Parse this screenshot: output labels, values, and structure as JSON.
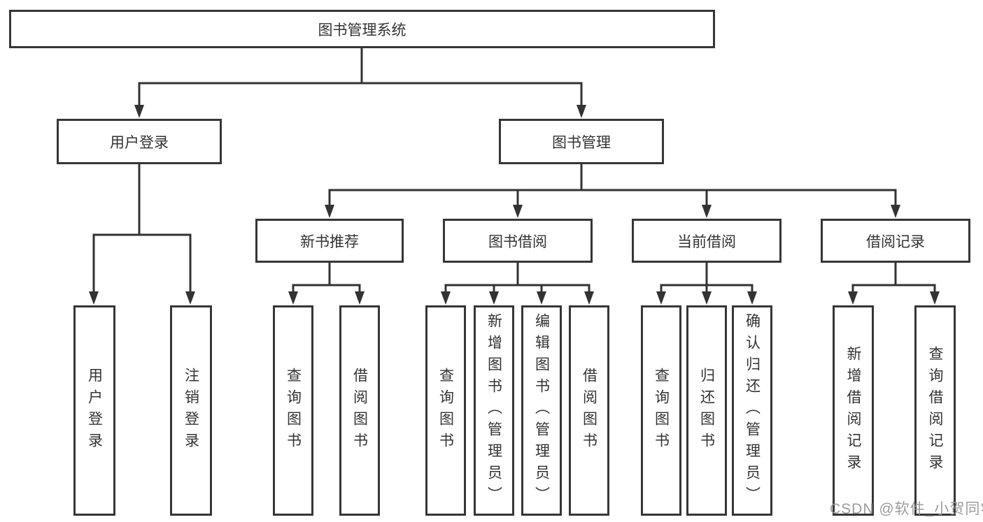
{
  "nodes": {
    "root": "图书管理系统",
    "userLogin": "用户登录",
    "bookMgmt": "图书管理",
    "newBook": "新书推荐",
    "bookBorrow": "图书借阅",
    "currentBorrow": "当前借阅",
    "borrowRecords": "借阅记录",
    "ul1": "用户登录",
    "ul2": "注销登录",
    "nb1": "查询图书",
    "nb2": "借阅图书",
    "bb1": "查询图书",
    "bb2": "新增图书（管理员）",
    "bb3": "编辑图书（管理员）",
    "bb4": "借阅图书",
    "cb1": "查询图书",
    "cb2": "归还图书",
    "cb3": "确认归还（管理员）",
    "rc1": "新增借阅记录",
    "rc2": "查询借阅记录"
  },
  "watermark": "CSDN @软件_小贺同学",
  "colors": {
    "line": "#333333",
    "box_border": "#363636",
    "text": "#333333",
    "watermark": "#949494",
    "background": "#ffffff"
  }
}
